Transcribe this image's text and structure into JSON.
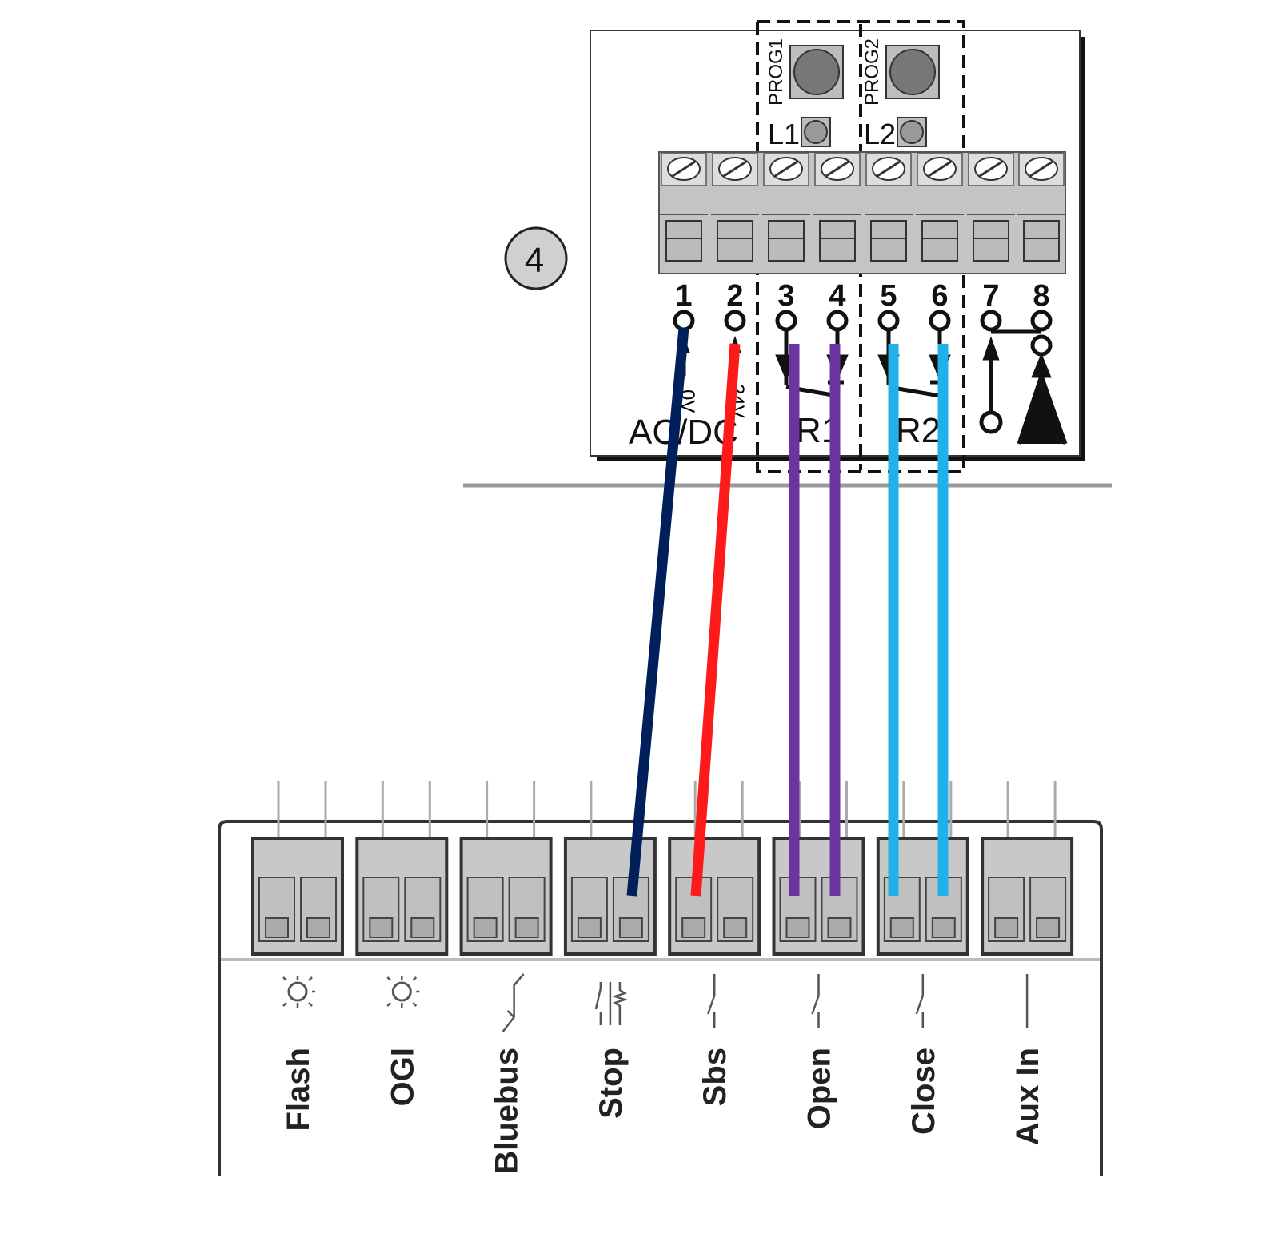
{
  "step_badge": "4",
  "module": {
    "buttons": [
      {
        "label": "PROG1"
      },
      {
        "label": "PROG2"
      }
    ],
    "leds": [
      {
        "label": "L1"
      },
      {
        "label": "L2"
      }
    ],
    "terminals": [
      "1",
      "2",
      "3",
      "4",
      "5",
      "6",
      "7",
      "8"
    ],
    "supply_labels": {
      "zero": "0V",
      "plus": "24V",
      "group": "AC/DC"
    },
    "relays": [
      "R1",
      "R2"
    ]
  },
  "controller": {
    "inputs": [
      {
        "label": "Flash",
        "icon": "lamp-icon"
      },
      {
        "label": "OGI",
        "icon": "lamp-icon"
      },
      {
        "label": "Bluebus",
        "icon": "bus-icon"
      },
      {
        "label": "Stop",
        "icon": "stop-contact-icon"
      },
      {
        "label": "Sbs",
        "icon": "switch-icon"
      },
      {
        "label": "Open",
        "icon": "switch-icon"
      },
      {
        "label": "Close",
        "icon": "switch-icon"
      },
      {
        "label": "Aux In",
        "icon": "contact-icon"
      }
    ]
  },
  "wires": [
    {
      "from": "1",
      "to": "Stop",
      "color": "#00205b"
    },
    {
      "from": "2",
      "to": "Sbs",
      "color": "#ff1a1a"
    },
    {
      "from": "3",
      "to": "Open",
      "color": "#6a35a0"
    },
    {
      "from": "4",
      "to": "Open",
      "color": "#6a35a0"
    },
    {
      "from": "5",
      "to": "Close",
      "color": "#22b0ea"
    },
    {
      "from": "6",
      "to": "Close",
      "color": "#22b0ea"
    }
  ]
}
